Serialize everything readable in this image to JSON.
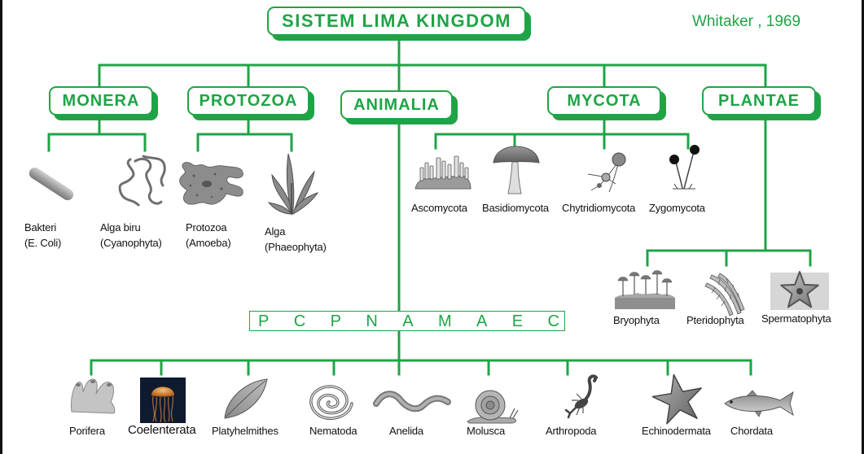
{
  "title": "SISTEM LIMA KINGDOM",
  "citation": "Whitaker , 1969",
  "colors": {
    "accent": "#1ea446",
    "text": "#111111"
  },
  "kingdoms": {
    "monera": {
      "label": "MONERA",
      "members": [
        {
          "name": "Bakteri",
          "sub": "(E. Coli)"
        },
        {
          "name": "Alga biru",
          "sub": "(Cyanophyta)"
        }
      ]
    },
    "protozoa": {
      "label": "PROTOZOA",
      "members": [
        {
          "name": "Protozoa",
          "sub": "(Amoeba)"
        },
        {
          "name": "Alga",
          "sub": "(Phaeophyta)"
        }
      ]
    },
    "animalia": {
      "label": "ANIMALIA",
      "mnemonic": [
        "P",
        "C",
        "P",
        "N",
        "A",
        "M",
        "A",
        "E",
        "C"
      ],
      "phyla": [
        "Porifera",
        "Coelenterata",
        "Platyhelmithes",
        "Nematoda",
        "Anelida",
        "Molusca",
        "Arthropoda",
        "Echinodermata",
        "Chordata"
      ]
    },
    "mycota": {
      "label": "MYCOTA",
      "divisions": [
        "Ascomycota",
        "Basidiomycota",
        "Chytridiomycota",
        "Zygomycota"
      ]
    },
    "plantae": {
      "label": "PLANTAE",
      "divisions": [
        "Bryophyta",
        "Pteridophyta",
        "Spermatophyta"
      ]
    }
  }
}
